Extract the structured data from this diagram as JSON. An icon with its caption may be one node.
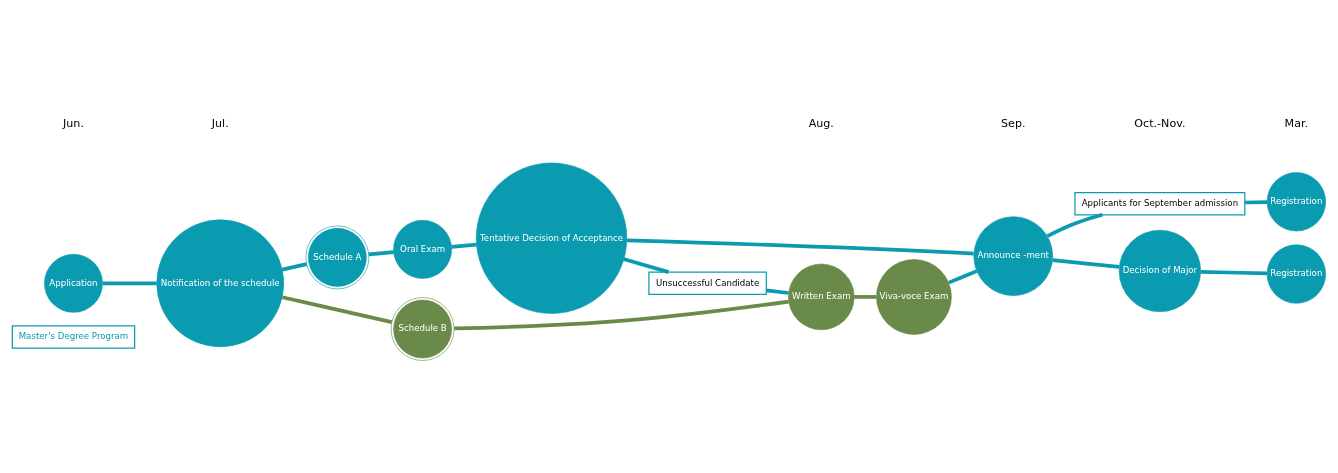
{
  "diagram": {
    "nodes": [
      {
        "text": [
          "Master's Degree Program"
        ]
      },
      {
        "text": [
          "Application"
        ]
      },
      {
        "text": [
          "Notification of the schedule"
        ]
      },
      {
        "text": [
          "Schedule A"
        ]
      },
      {
        "text": [
          "Schedule B"
        ]
      },
      {
        "text": [
          "Oral Exam"
        ]
      },
      {
        "text": [
          "Tentative Decision of Acceptance"
        ]
      },
      {
        "text": [
          "Unsuccessful Candidate"
        ]
      },
      {
        "text": [
          "Written Exam"
        ]
      },
      {
        "text": [
          "Viva-voce Exam"
        ]
      },
      {
        "text": [
          "Announce -ment"
        ]
      },
      {
        "text": [
          "Applicants for September admission"
        ]
      },
      {
        "text": [
          "Decision of Major"
        ]
      },
      {
        "text": [
          "Registration"
        ]
      },
      {
        "text": [
          "Registration"
        ]
      }
    ],
    "edges": [
      {
        "from": 1,
        "to": 2,
        "arrow": "none"
      },
      {
        "from": 2,
        "to": 3,
        "arrow": "none"
      },
      {
        "from": 2,
        "to": 4,
        "arrow": "none",
        "color": "#6a8a4a"
      },
      {
        "from": 3,
        "to": 5,
        "arrow": "none"
      },
      {
        "from": 5,
        "to": 6,
        "arrow": "none"
      },
      {
        "from": 6,
        "to": 10,
        "arrow": "none"
      },
      {
        "from": 6,
        "to": 7,
        "arrow": "none"
      },
      {
        "from": 7,
        "to": 8,
        "arrow": "none"
      },
      {
        "from": 4,
        "to": 8,
        "arrow": "none",
        "color": "#6a8a4a"
      },
      {
        "from": 8,
        "to": 9,
        "arrow": "none",
        "color": "#6a8a4a"
      },
      {
        "from": 9,
        "to": 10,
        "arrow": "none"
      },
      {
        "from": 10,
        "to": 11,
        "arrow": "none"
      },
      {
        "from": 11,
        "to": 13,
        "arrow": "none"
      },
      {
        "from": 10,
        "to": 12,
        "arrow": "none"
      },
      {
        "from": 12,
        "to": 14,
        "arrow": "none"
      }
    ],
    "labels": [
      "Jun.",
      "Jul.",
      "Aug.",
      "Sep.",
      "Oct.-Nov.",
      "Mar."
    ]
  }
}
